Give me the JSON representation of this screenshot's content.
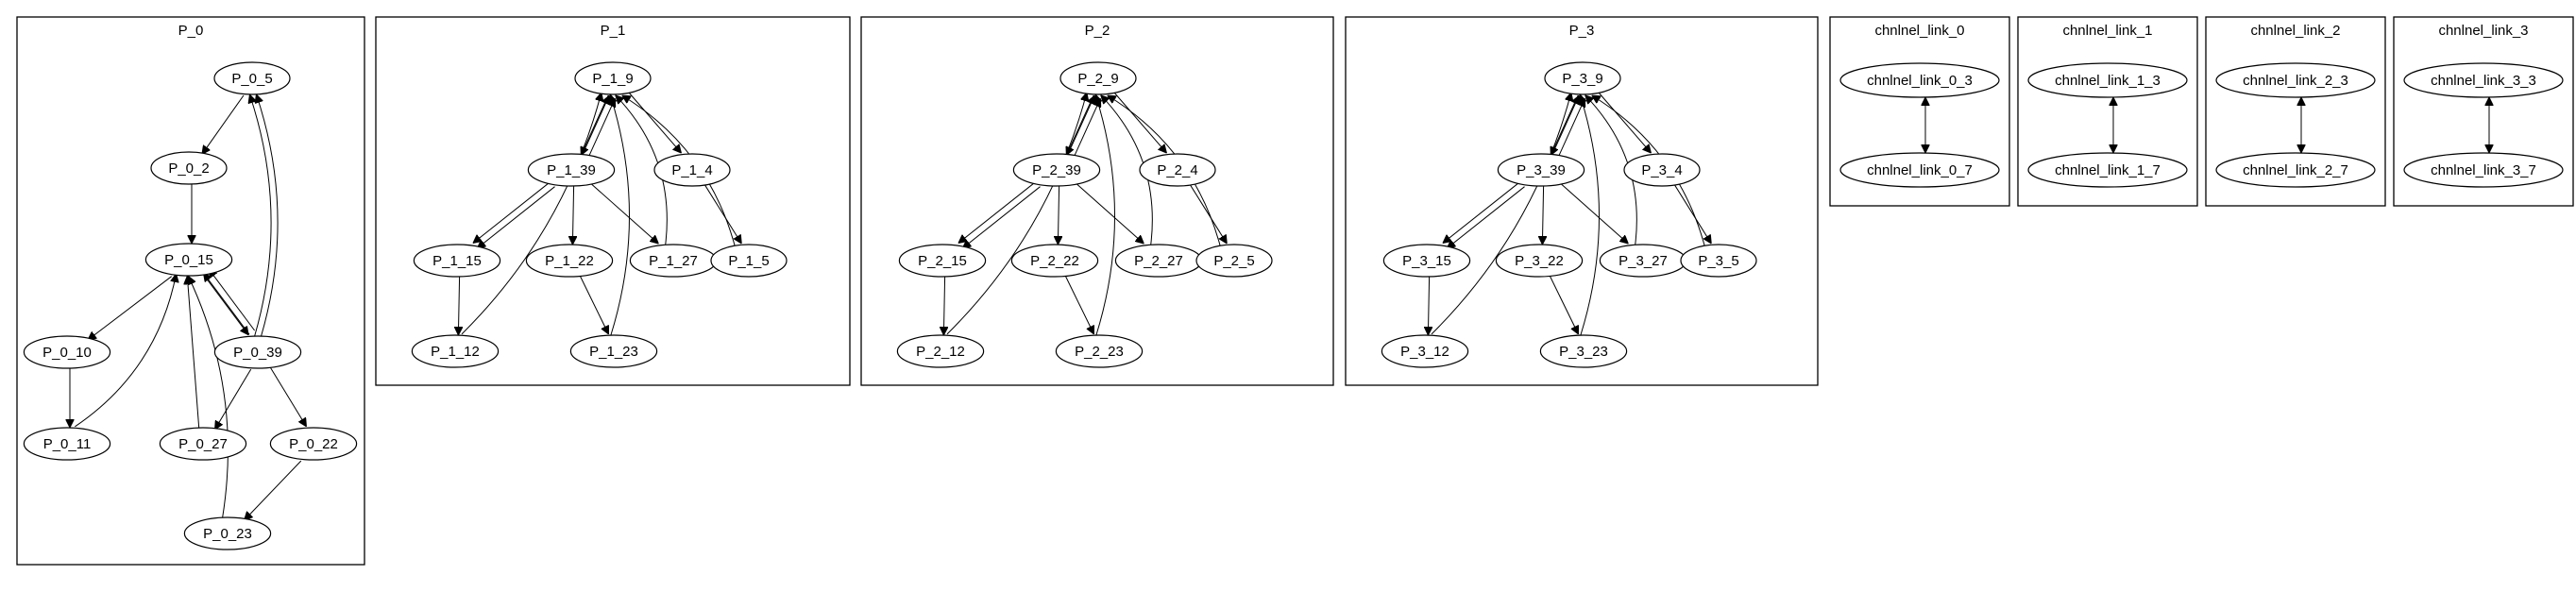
{
  "clusters": [
    {
      "id": "P_0",
      "label": "P_0",
      "nodes": [
        {
          "id": "P_0_5",
          "label": "P_0_5"
        },
        {
          "id": "P_0_2",
          "label": "P_0_2"
        },
        {
          "id": "P_0_15",
          "label": "P_0_15"
        },
        {
          "id": "P_0_10",
          "label": "P_0_10"
        },
        {
          "id": "P_0_39",
          "label": "P_0_39"
        },
        {
          "id": "P_0_11",
          "label": "P_0_11"
        },
        {
          "id": "P_0_27",
          "label": "P_0_27"
        },
        {
          "id": "P_0_22",
          "label": "P_0_22"
        },
        {
          "id": "P_0_23",
          "label": "P_0_23"
        }
      ],
      "edges": [
        [
          "P_0_5",
          "P_0_2"
        ],
        [
          "P_0_2",
          "P_0_15"
        ],
        [
          "P_0_15",
          "P_0_10"
        ],
        [
          "P_0_15",
          "P_0_39"
        ],
        [
          "P_0_39",
          "P_0_15"
        ],
        [
          "P_0_39",
          "P_0_15"
        ],
        [
          "P_0_39",
          "P_0_5"
        ],
        [
          "P_0_39",
          "P_0_5"
        ],
        [
          "P_0_10",
          "P_0_11"
        ],
        [
          "P_0_11",
          "P_0_15"
        ],
        [
          "P_0_39",
          "P_0_27"
        ],
        [
          "P_0_27",
          "P_0_15"
        ],
        [
          "P_0_39",
          "P_0_22"
        ],
        [
          "P_0_22",
          "P_0_23"
        ],
        [
          "P_0_23",
          "P_0_15"
        ]
      ]
    },
    {
      "id": "P_1",
      "label": "P_1",
      "nodes": [
        {
          "id": "P_1_9",
          "label": "P_1_9"
        },
        {
          "id": "P_1_39",
          "label": "P_1_39"
        },
        {
          "id": "P_1_4",
          "label": "P_1_4"
        },
        {
          "id": "P_1_15",
          "label": "P_1_15"
        },
        {
          "id": "P_1_22",
          "label": "P_1_22"
        },
        {
          "id": "P_1_27",
          "label": "P_1_27"
        },
        {
          "id": "P_1_5",
          "label": "P_1_5"
        },
        {
          "id": "P_1_12",
          "label": "P_1_12"
        },
        {
          "id": "P_1_23",
          "label": "P_1_23"
        }
      ],
      "edges": [
        [
          "P_1_9",
          "P_1_39"
        ],
        [
          "P_1_39",
          "P_1_9"
        ],
        [
          "P_1_39",
          "P_1_9"
        ],
        [
          "P_1_9",
          "P_1_4"
        ],
        [
          "P_1_39",
          "P_1_15"
        ],
        [
          "P_1_39",
          "P_1_15"
        ],
        [
          "P_1_39",
          "P_1_22"
        ],
        [
          "P_1_39",
          "P_1_27"
        ],
        [
          "P_1_27",
          "P_1_9"
        ],
        [
          "P_1_4",
          "P_1_5"
        ],
        [
          "P_1_5",
          "P_1_9"
        ],
        [
          "P_1_15",
          "P_1_12"
        ],
        [
          "P_1_12",
          "P_1_9"
        ],
        [
          "P_1_22",
          "P_1_23"
        ],
        [
          "P_1_23",
          "P_1_9"
        ]
      ]
    },
    {
      "id": "P_2",
      "label": "P_2",
      "nodes": [
        {
          "id": "P_2_9",
          "label": "P_2_9"
        },
        {
          "id": "P_2_39",
          "label": "P_2_39"
        },
        {
          "id": "P_2_4",
          "label": "P_2_4"
        },
        {
          "id": "P_2_15",
          "label": "P_2_15"
        },
        {
          "id": "P_2_22",
          "label": "P_2_22"
        },
        {
          "id": "P_2_27",
          "label": "P_2_27"
        },
        {
          "id": "P_2_5",
          "label": "P_2_5"
        },
        {
          "id": "P_2_12",
          "label": "P_2_12"
        },
        {
          "id": "P_2_23",
          "label": "P_2_23"
        }
      ],
      "edges": [
        [
          "P_2_9",
          "P_2_39"
        ],
        [
          "P_2_39",
          "P_2_9"
        ],
        [
          "P_2_39",
          "P_2_9"
        ],
        [
          "P_2_9",
          "P_2_4"
        ],
        [
          "P_2_39",
          "P_2_15"
        ],
        [
          "P_2_39",
          "P_2_15"
        ],
        [
          "P_2_39",
          "P_2_22"
        ],
        [
          "P_2_39",
          "P_2_27"
        ],
        [
          "P_2_27",
          "P_2_9"
        ],
        [
          "P_2_4",
          "P_2_5"
        ],
        [
          "P_2_5",
          "P_2_9"
        ],
        [
          "P_2_15",
          "P_2_12"
        ],
        [
          "P_2_12",
          "P_2_9"
        ],
        [
          "P_2_22",
          "P_2_23"
        ],
        [
          "P_2_23",
          "P_2_9"
        ]
      ]
    },
    {
      "id": "P_3",
      "label": "P_3",
      "nodes": [
        {
          "id": "P_3_9",
          "label": "P_3_9"
        },
        {
          "id": "P_3_39",
          "label": "P_3_39"
        },
        {
          "id": "P_3_4",
          "label": "P_3_4"
        },
        {
          "id": "P_3_15",
          "label": "P_3_15"
        },
        {
          "id": "P_3_22",
          "label": "P_3_22"
        },
        {
          "id": "P_3_27",
          "label": "P_3_27"
        },
        {
          "id": "P_3_5",
          "label": "P_3_5"
        },
        {
          "id": "P_3_12",
          "label": "P_3_12"
        },
        {
          "id": "P_3_23",
          "label": "P_3_23"
        }
      ],
      "edges": [
        [
          "P_3_9",
          "P_3_39"
        ],
        [
          "P_3_39",
          "P_3_9"
        ],
        [
          "P_3_39",
          "P_3_9"
        ],
        [
          "P_3_9",
          "P_3_4"
        ],
        [
          "P_3_39",
          "P_3_15"
        ],
        [
          "P_3_39",
          "P_3_15"
        ],
        [
          "P_3_39",
          "P_3_22"
        ],
        [
          "P_3_39",
          "P_3_27"
        ],
        [
          "P_3_27",
          "P_3_9"
        ],
        [
          "P_3_4",
          "P_3_5"
        ],
        [
          "P_3_5",
          "P_3_9"
        ],
        [
          "P_3_15",
          "P_3_12"
        ],
        [
          "P_3_12",
          "P_3_9"
        ],
        [
          "P_3_22",
          "P_3_23"
        ],
        [
          "P_3_23",
          "P_3_9"
        ]
      ]
    },
    {
      "id": "chnlnel_link_0",
      "label": "chnlnel_link_0",
      "nodes": [
        {
          "id": "chnlnel_link_0_3",
          "label": "chnlnel_link_0_3"
        },
        {
          "id": "chnlnel_link_0_7",
          "label": "chnlnel_link_0_7"
        }
      ],
      "edges": [
        [
          "chnlnel_link_0_3",
          "chnlnel_link_0_7"
        ],
        [
          "chnlnel_link_0_7",
          "chnlnel_link_0_3"
        ]
      ]
    },
    {
      "id": "chnlnel_link_1",
      "label": "chnlnel_link_1",
      "nodes": [
        {
          "id": "chnlnel_link_1_3",
          "label": "chnlnel_link_1_3"
        },
        {
          "id": "chnlnel_link_1_7",
          "label": "chnlnel_link_1_7"
        }
      ],
      "edges": [
        [
          "chnlnel_link_1_3",
          "chnlnel_link_1_7"
        ],
        [
          "chnlnel_link_1_7",
          "chnlnel_link_1_3"
        ]
      ]
    },
    {
      "id": "chnlnel_link_2",
      "label": "chnlnel_link_2",
      "nodes": [
        {
          "id": "chnlnel_link_2_3",
          "label": "chnlnel_link_2_3"
        },
        {
          "id": "chnlnel_link_2_7",
          "label": "chnlnel_link_2_7"
        }
      ],
      "edges": [
        [
          "chnlnel_link_2_3",
          "chnlnel_link_2_7"
        ],
        [
          "chnlnel_link_2_7",
          "chnlnel_link_2_3"
        ]
      ]
    },
    {
      "id": "chnlnel_link_3",
      "label": "chnlnel_link_3",
      "nodes": [
        {
          "id": "chnlnel_link_3_3",
          "label": "chnlnel_link_3_3"
        },
        {
          "id": "chnlnel_link_3_7",
          "label": "chnlnel_link_3_7"
        }
      ],
      "edges": [
        [
          "chnlnel_link_3_3",
          "chnlnel_link_3_7"
        ],
        [
          "chnlnel_link_3_7",
          "chnlnel_link_3_3"
        ]
      ]
    }
  ]
}
